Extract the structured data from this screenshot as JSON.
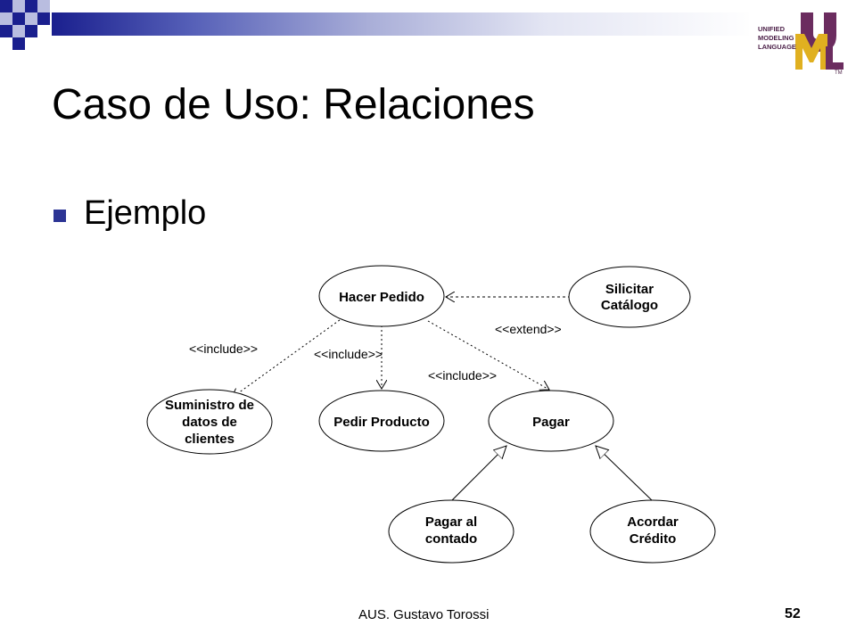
{
  "slide": {
    "title": "Caso de Uso: Relaciones",
    "bullet": "Ejemplo",
    "footer": "AUS. Gustavo Torossi",
    "page_number": "52"
  },
  "logo": {
    "text_lines": [
      "UNIFIED",
      "MODELING",
      "LANGUAGE"
    ],
    "letters": [
      "U",
      "M",
      "L"
    ],
    "trademark": "TM"
  },
  "diagram": {
    "use_cases": {
      "hacer_pedido": [
        "Hacer Pedido"
      ],
      "solicitar_catalogo": [
        "Silicitar",
        "Catálogo"
      ],
      "suministro": [
        "Suministro de",
        "datos de",
        "clientes"
      ],
      "pedir_producto": [
        "Pedir Producto"
      ],
      "pagar": [
        "Pagar"
      ],
      "pagar_contado": [
        "Pagar al",
        "contado"
      ],
      "acordar_credito": [
        "Acordar",
        "Crédito"
      ]
    },
    "stereotypes": {
      "extend": "<<extend>>",
      "include_left": "<<include>>",
      "include_middle": "<<include>>",
      "include_right": "<<include>>"
    }
  },
  "colors": {
    "bar_dark": "#1a1f8e",
    "bullet": "#2c3494",
    "logo_purple": "#6b2c5f",
    "logo_gold": "#e0b020"
  }
}
